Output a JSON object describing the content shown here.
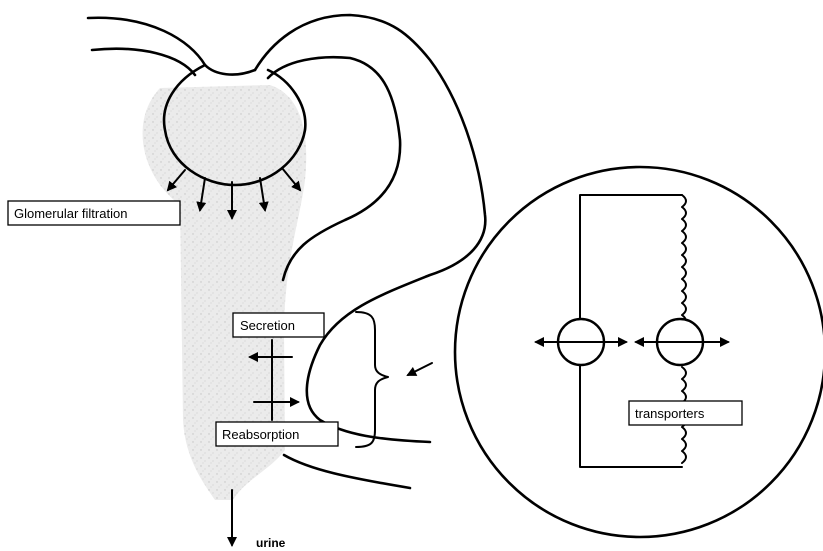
{
  "labels": {
    "glomerular_filtration": "Glomerular filtration",
    "secretion": "Secretion",
    "reabsorption": "Reabsorption",
    "transporters": "transporters",
    "urine": "urine"
  },
  "icons": [
    "filtration-arrows",
    "secretion-arrow",
    "reabsorption-arrow",
    "urine-arrow",
    "zoom-arrow",
    "transporter-double-arrows"
  ],
  "colors": {
    "ink": "#000000",
    "tubule_fill": "#e6e6e6",
    "background": "#ffffff"
  }
}
